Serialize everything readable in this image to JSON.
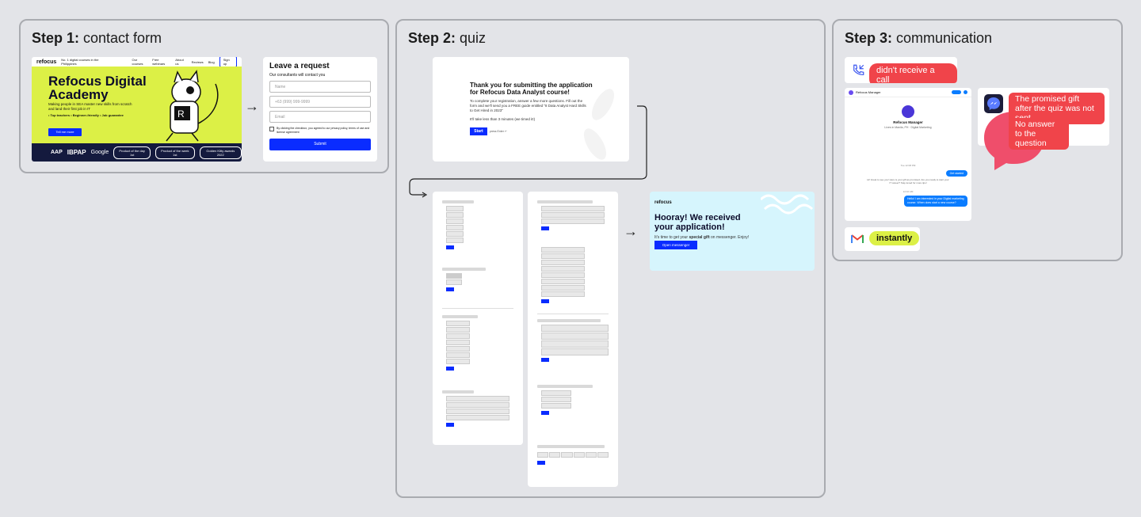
{
  "steps": {
    "s1": {
      "bold": "Step 1:",
      "rest": " contact form"
    },
    "s2": {
      "bold": "Step 2:",
      "rest": " quiz"
    },
    "s3": {
      "bold": "Step 3:",
      "rest": " communication"
    }
  },
  "hero": {
    "logo": "refocus",
    "nav": [
      "No. 1 digital courses in the Philippines",
      "Our courses",
      "Free webinars",
      "About us",
      "Reviews",
      "Blog"
    ],
    "signup": "Sign up",
    "title_line1": "Refocus Digital",
    "title_line2": "Academy",
    "subtitle": "Making people in SEA master new skills from scratch and land their first job in IT",
    "features": "• Top teachers  • Beginner-friendly  • Job guarantee",
    "cta": "Tell me more",
    "badges": [
      "AAP",
      "IBPAP",
      "Google",
      "Product of the day 1st",
      "Product of the week 1st",
      "Golden Kitty awards 2022"
    ]
  },
  "request_form": {
    "title": "Leave a request",
    "subtitle": "Our consultants will contact you",
    "name_placeholder": "Name",
    "phone_placeholder": "+63 (999) 999-9999",
    "email_placeholder": "Email",
    "consent": "By clicking the checkbox, you agreed to our privacy policy, terms of use and license agreement",
    "submit": "Submit"
  },
  "quiz_intro": {
    "title": "Thank you for submitting the application for Refocus Data Analyst course!",
    "text1": "To complete your registration, answer a few more questions. Fill out the form and we'll send you a FREE guide entitled \"8 Data Analyst Hard Skills to Get Hired in 2023\"",
    "text2": "It'll take less than 3 minutes (we timed it!)",
    "start": "Start",
    "hint": "press Enter ↵"
  },
  "hooray": {
    "logo": "refocus",
    "title": "Hooray! We received your application!",
    "text_before": "It's time to get your ",
    "text_bold": "special gift",
    "text_after": " on messenger. Enjoy!",
    "button": "Open messenger"
  },
  "messenger": {
    "header": "Refocus Manager",
    "profile_name": "Refocus Manager",
    "profile_sub": "Lives in Manila, PH · Digital Marketing",
    "time": "Tue 12:08 PM",
    "msg_right": "Get started",
    "msg_left": "Hi! Great to see you! Here is your gift as promised. Are you ready to start your IT career? Stay tuned for more tips!",
    "msg_time": "12:10 AM",
    "msg_reply": "Hello! I am interested in your Digital marketing course. When does start a new course?"
  },
  "issues": {
    "call": "didn't receive a call",
    "gift": "The promised gift after the quiz was not sent",
    "answer": "No answer to the question",
    "email": "instantly"
  },
  "colors": {
    "lime": "#dcf046",
    "blue": "#0a2cff",
    "red": "#f0444a",
    "navy": "#141a3e"
  }
}
